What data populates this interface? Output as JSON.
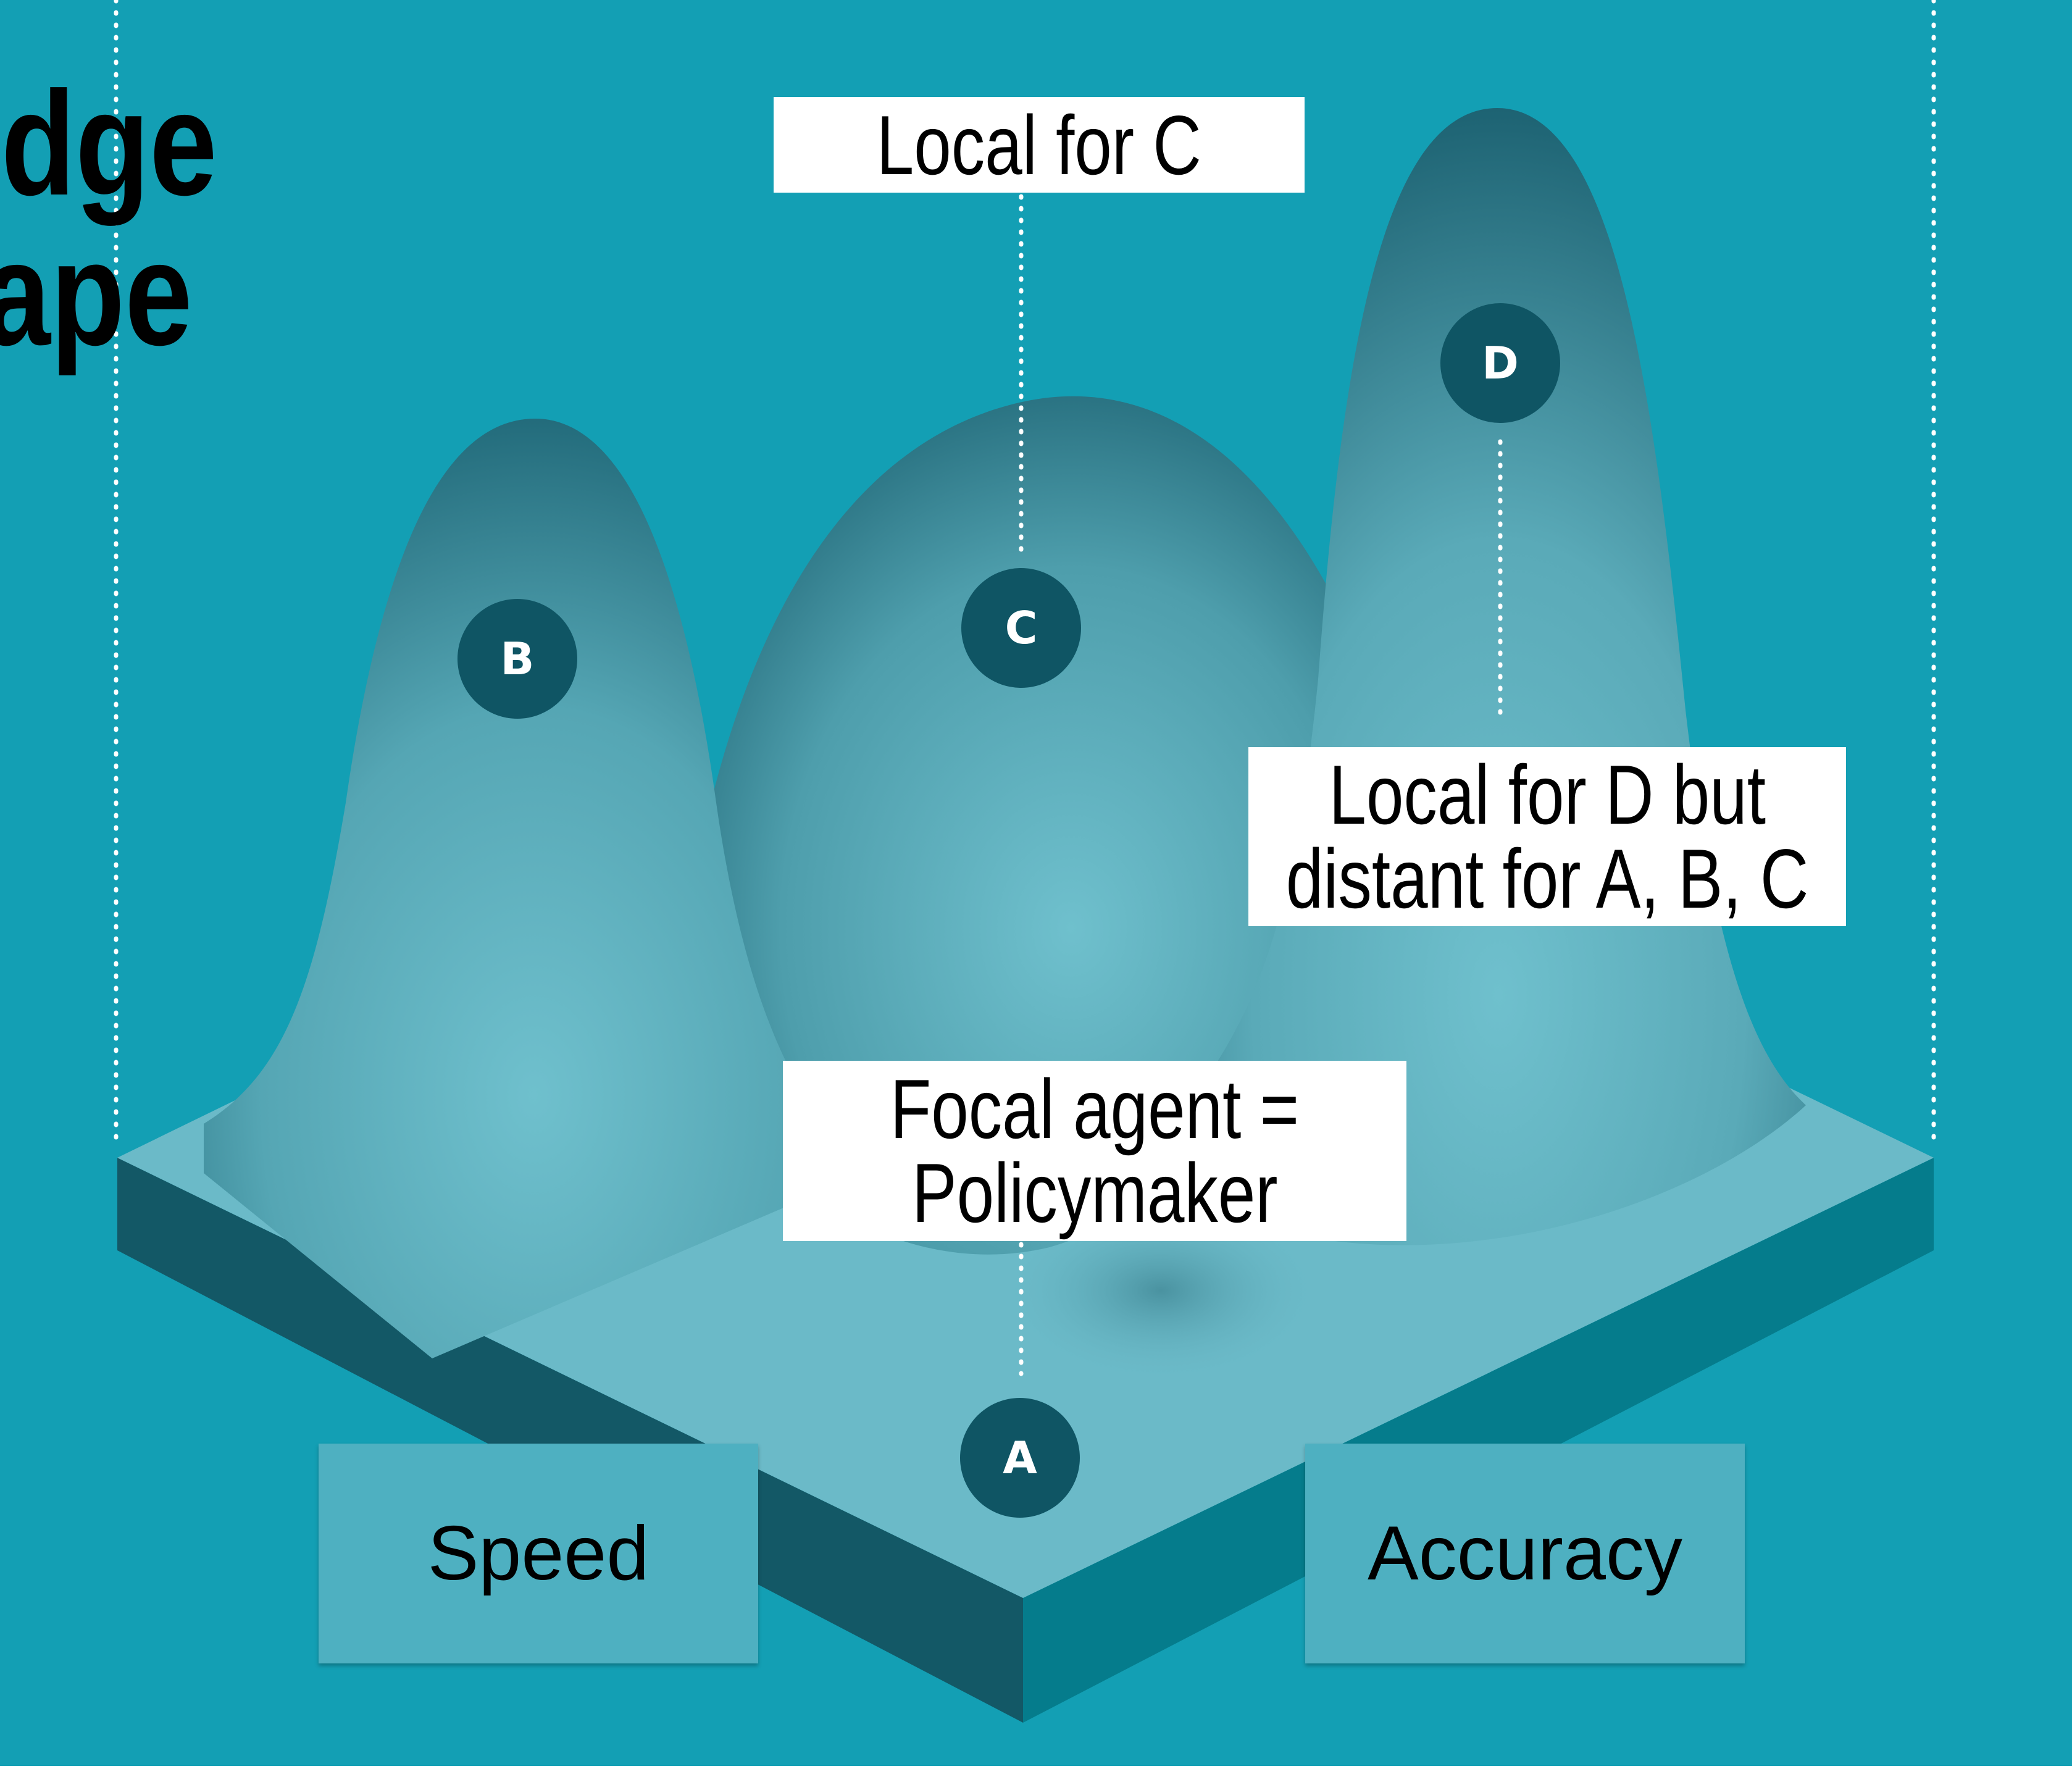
{
  "title": {
    "line1": "dge",
    "line2": "ape"
  },
  "callouts": {
    "local_c": "Local for C",
    "local_d_line1": "Local for D but",
    "local_d_line2": "distant for A, B, C",
    "focal_line1": "Focal agent =",
    "focal_line2": "Policymaker"
  },
  "axes": {
    "left": "Speed",
    "right": "Accuracy"
  },
  "agents": {
    "a": "A",
    "b": "B",
    "c": "C",
    "d": "D"
  },
  "colors": {
    "background": "#139fb4",
    "peaks": "#6bbac8",
    "peak_shadow": "#226c7c",
    "base_left_side": "#135866",
    "base_right_side": "#057c8c",
    "marker": "#0f5564",
    "callout_bg": "#ffffff",
    "axis_box_bg": "#4eb0c1"
  }
}
